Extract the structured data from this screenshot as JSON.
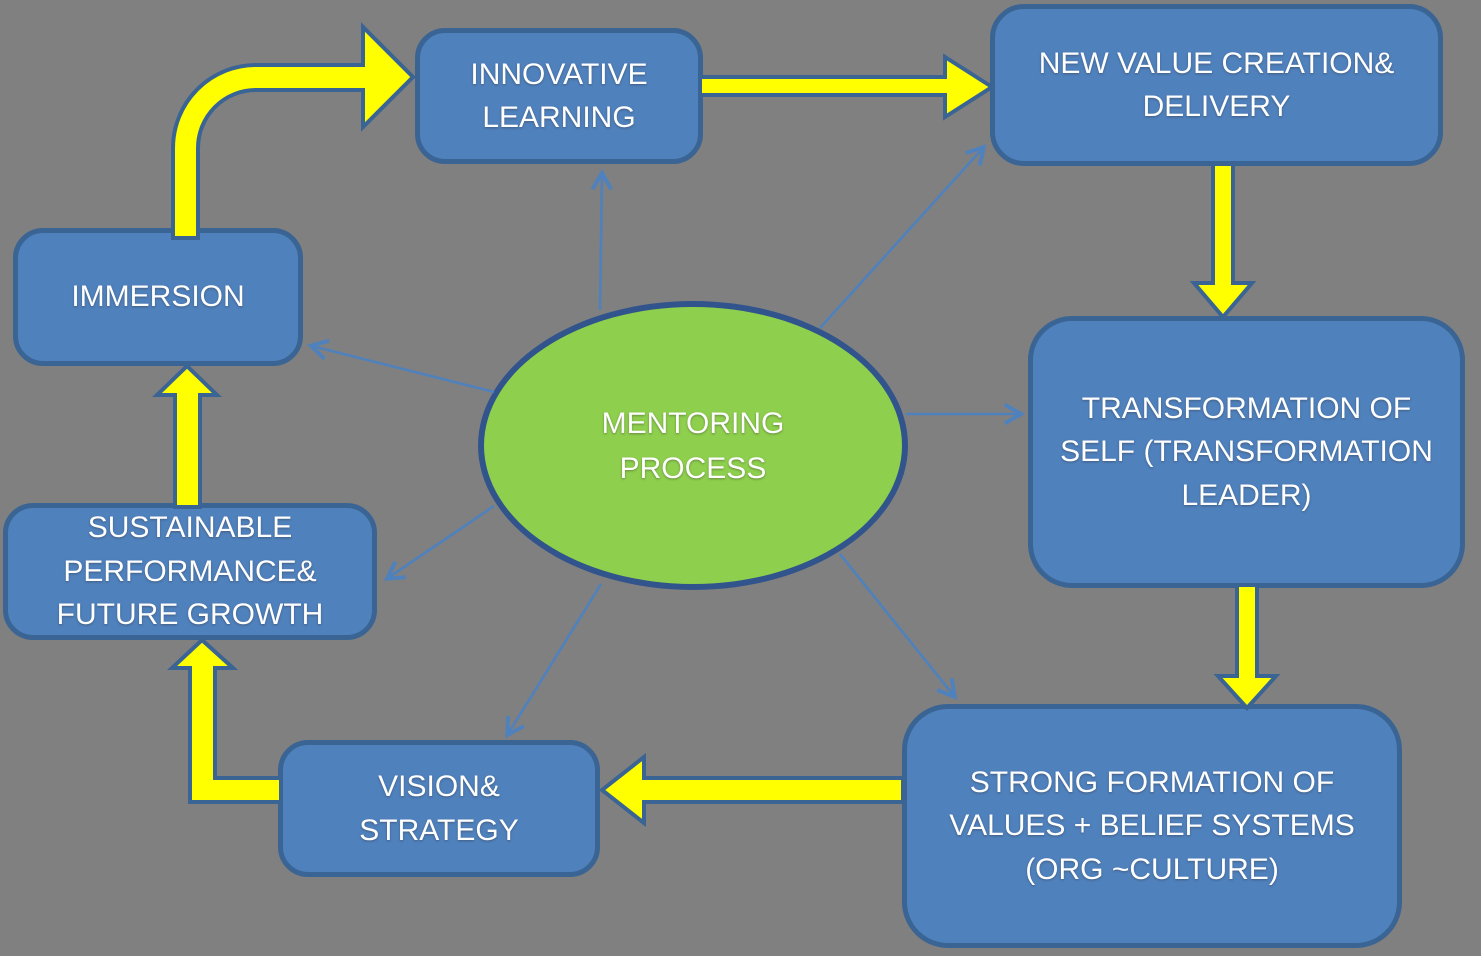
{
  "diagram": {
    "title": "Mentoring process diagram",
    "background_color": "#808080",
    "center": {
      "id": "mentoring-process",
      "label": "MENTORING\nPROCESS",
      "shape": "ellipse",
      "fill_color": "#8ECF4D",
      "border_color": "#31548C",
      "text_color": "#FFFFFF"
    },
    "nodes": [
      {
        "id": "immersion",
        "label": "IMMERSION"
      },
      {
        "id": "innovative-learning",
        "label": "INNOVATIVE\nLEARNING"
      },
      {
        "id": "new-value-creation",
        "label": "NEW VALUE CREATION&\nDELIVERY"
      },
      {
        "id": "transformation-of-self",
        "label": "TRANSFORMATION OF\nSELF (TRANSFORMATION\nLEADER)"
      },
      {
        "id": "strong-formation",
        "label": "STRONG FORMATION OF\nVALUES + BELIEF SYSTEMS\n(ORG ~CULTURE)"
      },
      {
        "id": "vision-strategy",
        "label": "VISION&\nSTRATEGY"
      },
      {
        "id": "sustainable-performance",
        "label": "SUSTAINABLE\nPERFORMANCE&\nFUTURE GROWTH"
      }
    ],
    "node_style": {
      "shape": "rounded-rectangle",
      "fill_color": "#4F81BD",
      "border_color": "#3A6493",
      "text_color": "#FFFFFF"
    },
    "edges": {
      "cycle_arrows": {
        "color": "#FFFF00",
        "outline_color": "#3A6493",
        "connections": [
          {
            "from": "immersion",
            "to": "innovative-learning"
          },
          {
            "from": "innovative-learning",
            "to": "new-value-creation"
          },
          {
            "from": "new-value-creation",
            "to": "transformation-of-self"
          },
          {
            "from": "transformation-of-self",
            "to": "strong-formation"
          },
          {
            "from": "strong-formation",
            "to": "vision-strategy"
          },
          {
            "from": "vision-strategy",
            "to": "sustainable-performance"
          },
          {
            "from": "sustainable-performance",
            "to": "immersion"
          }
        ]
      },
      "radial_arrows": {
        "color": "#4F81BD",
        "from": "mentoring-process",
        "to": [
          "immersion",
          "innovative-learning",
          "new-value-creation",
          "transformation-of-self",
          "strong-formation",
          "vision-strategy",
          "sustainable-performance"
        ]
      }
    }
  }
}
